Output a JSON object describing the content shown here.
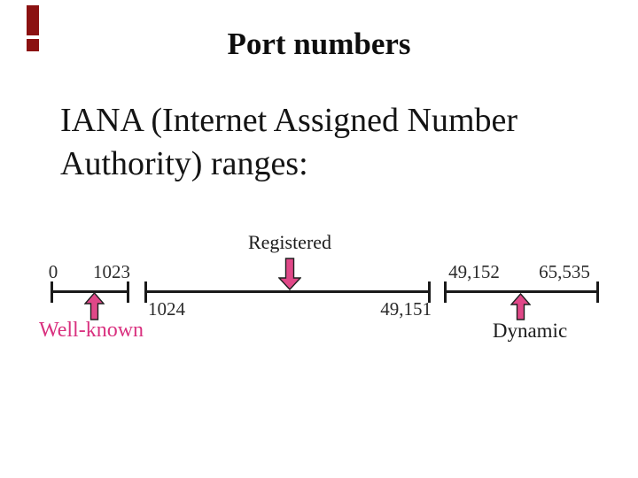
{
  "slide": {
    "title": "Port numbers",
    "body_line1": "IANA (Internet Assigned Number",
    "body_line2": "Authority) ranges:"
  },
  "colors": {
    "arrow_pink": "#e04888",
    "wellknown_pink": "#d9317f",
    "text_dark": "#1c1c1c",
    "num_gray": "#2b2b2b",
    "bar_red": "#8b1111"
  },
  "diagram": {
    "type": "number-line",
    "axis_ticks": [
      "0",
      "1023",
      "1024",
      "49,151",
      "49,152",
      "65,535"
    ],
    "segments": [
      {
        "name": "well-known",
        "start_label": "0",
        "end_label": "1023",
        "number_position": "above",
        "range_label": "Well-known",
        "arrow_direction": "up"
      },
      {
        "name": "registered",
        "start_label": "1024",
        "end_label": "49,151",
        "number_position": "below",
        "range_label": "Registered",
        "arrow_direction": "down"
      },
      {
        "name": "dynamic",
        "start_label": "49,152",
        "end_label": "65,535",
        "number_position": "above",
        "range_label": "Dynamic",
        "arrow_direction": "up"
      }
    ]
  }
}
